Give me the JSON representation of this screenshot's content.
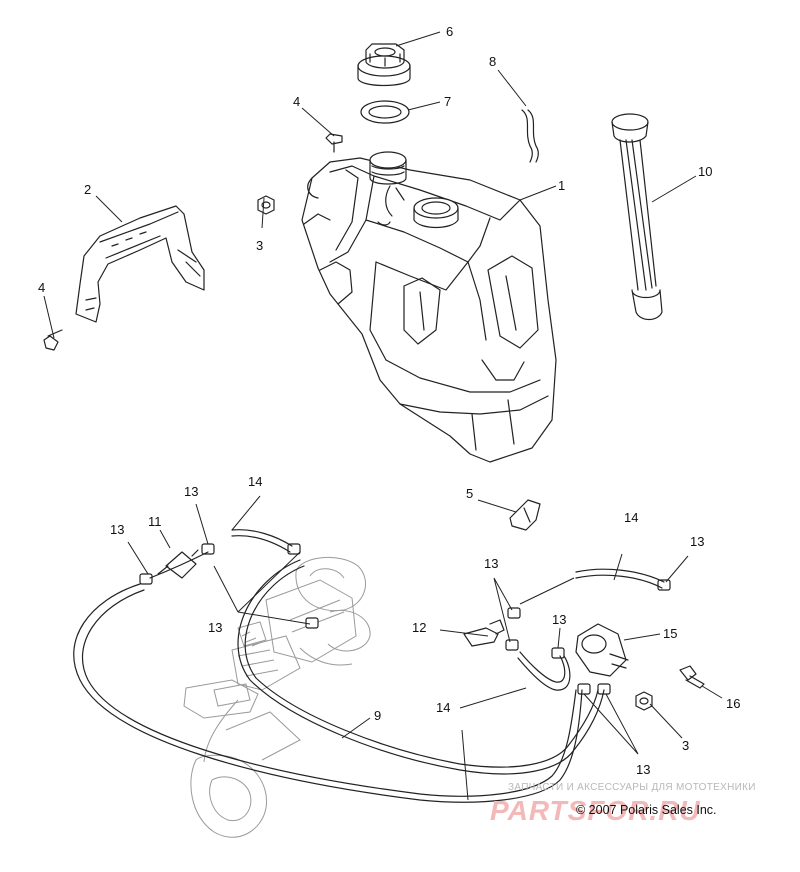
{
  "callouts": {
    "c1": "1",
    "c2": "2",
    "c3a": "3",
    "c3b": "3",
    "c4a": "4",
    "c4b": "4",
    "c5": "5",
    "c6": "6",
    "c7": "7",
    "c8": "8",
    "c9": "9",
    "c10": "10",
    "c11": "11",
    "c12": "12",
    "c13a": "13",
    "c13b": "13",
    "c13c": "13",
    "c13d": "13",
    "c13e": "13",
    "c13f": "13",
    "c13g": "13",
    "c14a": "14",
    "c14b": "14",
    "c14c": "14",
    "c15": "15",
    "c16": "16"
  },
  "watermark": {
    "text": "ЗАПЧАСТИ И АКСЕССУАРЫ ДЛЯ МОТОТЕХНИКИ",
    "logo": "PARTSFOR.RU"
  },
  "copyright": "© 2007  Polaris Sales Inc."
}
